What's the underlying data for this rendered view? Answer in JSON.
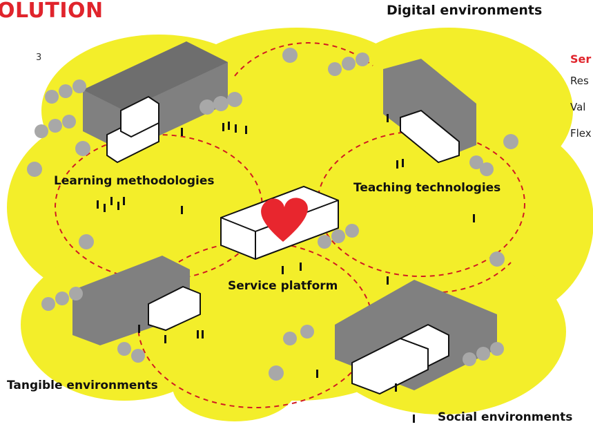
{
  "title": "OLUTION",
  "top_label": "Digital environments",
  "number": "3",
  "labels": {
    "learning": "Learning methodologies",
    "teaching": "Teaching technologies",
    "service": "Service platform",
    "tangible": "Tangible environments",
    "social": "Social environments"
  },
  "sidebar": {
    "heading": "Ser",
    "items": [
      "Res",
      "Val",
      "Flex"
    ]
  },
  "colors": {
    "cloud": "#f3ee2a",
    "building": "#808080",
    "heart": "#e8262e",
    "accent": "#e0242c",
    "tree": "#a8a8a8"
  }
}
